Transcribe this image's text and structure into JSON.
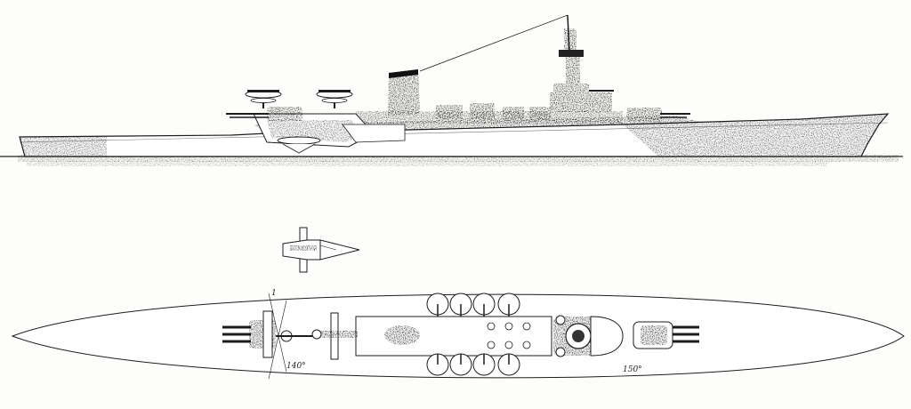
{
  "drawing": {
    "plan_labels": {
      "aft_arc": "140°",
      "fwd_arc": "150°",
      "aft_mark": "1"
    },
    "colors": {
      "ink": "#1c1c1c",
      "paper": "#ffffff",
      "background": "#fdfdfb"
    }
  }
}
